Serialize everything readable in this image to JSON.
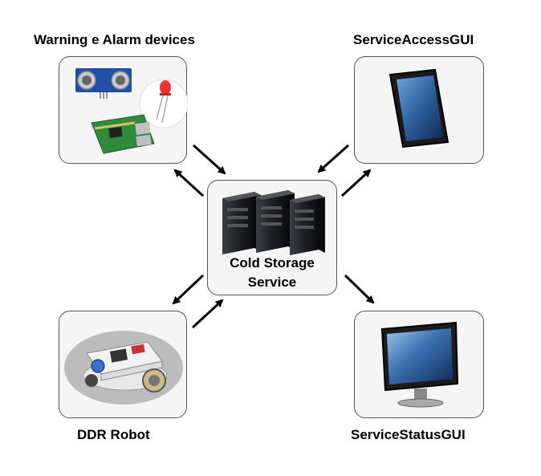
{
  "nodes": {
    "alarm": {
      "label": "Warning e Alarm devices"
    },
    "access": {
      "label": "ServiceAccessGUI"
    },
    "center": {
      "line1": "Cold Storage",
      "line2": "Service"
    },
    "robot": {
      "label": "DDR Robot"
    },
    "status": {
      "label": "ServiceStatusGUI"
    }
  }
}
